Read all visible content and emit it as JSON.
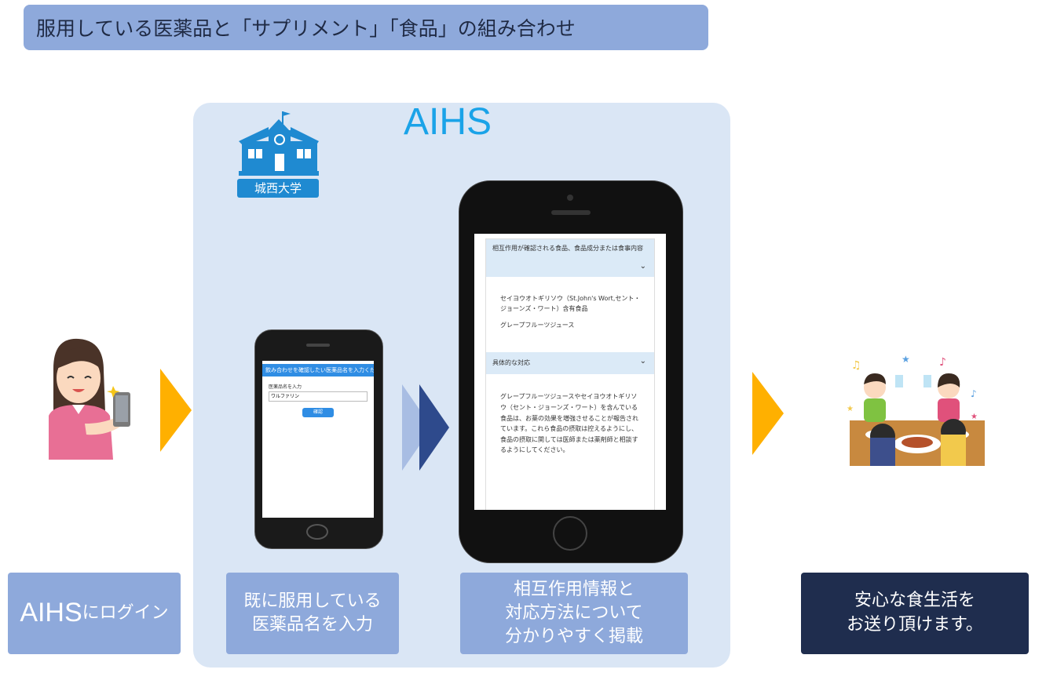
{
  "header": {
    "title": "服用している医薬品と「サプリメント」「食品」の組み合わせ"
  },
  "system": {
    "name": "AIHS",
    "university": "城西大学"
  },
  "steps": {
    "login_main": "AIHS",
    "login_suffix": "にログイン",
    "input": [
      "既に服用している",
      "医薬品名を入力"
    ],
    "info": [
      "相互作用情報と",
      "対応方法について",
      "分かりやすく掲載"
    ],
    "result": [
      "安心な食生活を",
      "お送り頂けます。"
    ]
  },
  "small_phone": {
    "header": "飲み合わせを確認したい医薬品名を入力ください",
    "field_label": "医薬品名を入力",
    "field_value": "ワルファリン",
    "button": "確認"
  },
  "large_phone": {
    "section1_title": "相互作用が確認される食品、食品成分または食事内容",
    "items": [
      "セイヨウオトギリソウ（St.John's Wort,セント・ジョーンズ・ワート）含有食品",
      "グレープフルーツジュース"
    ],
    "section2_title": "具体的な対応",
    "advice": "グレープフルーツジュースやセイヨウオトギリソウ（セント・ジョーンズ・ワート）を含んでいる食品は、お薬の効果を増強させることが報告されています。これら食品の摂取は控えるようにし、食品の摂取に関しては医師または薬剤師と相談するようにしてください。"
  },
  "colors": {
    "title_bar": "#8ea9db",
    "panel": "#dae6f5",
    "accent": "#1aa3e8",
    "arrow": "#ffb000",
    "dark": "#1f2d4e"
  }
}
